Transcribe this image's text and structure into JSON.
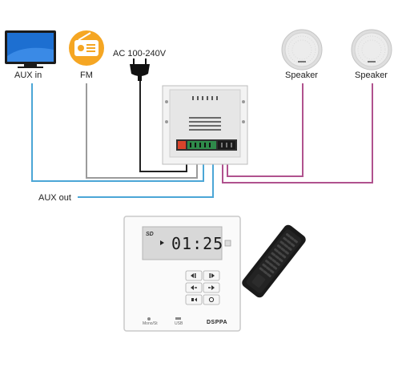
{
  "labels": {
    "aux_in": "AUX in",
    "fm": "FM",
    "ac": "AC 100-240V",
    "speaker_left": "Speaker",
    "speaker_right": "Speaker",
    "aux_out": "AUX out"
  },
  "panel": {
    "lcd_badge": "SD",
    "lcd_time": "01:25",
    "port_left_label": "Mono/St",
    "port_right_label": "USB",
    "brand": "DSPPA"
  },
  "colors": {
    "aux_line": "#4ba6d6",
    "fm_line": "#9b9b9b",
    "power_line": "#222222",
    "speaker_line": "#b0528e",
    "tv_screen": "#1d6fd1",
    "radio_orange": "#f5a623"
  },
  "icons": [
    "tv-icon",
    "radio-icon",
    "power-plug-icon",
    "speaker-icon",
    "remote-control-icon"
  ]
}
